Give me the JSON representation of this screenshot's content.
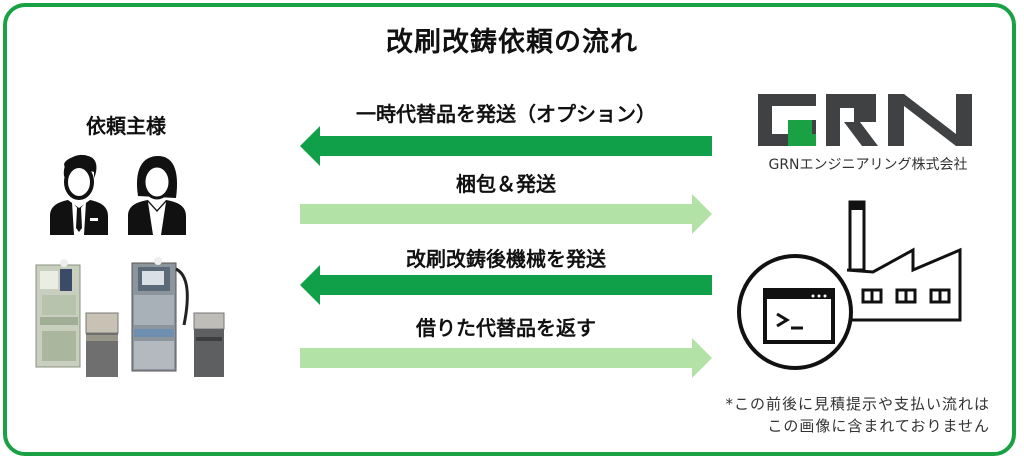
{
  "title": "改刷改鋳依頼の流れ",
  "colors": {
    "frame": "#1aa144",
    "arrow_dark": "#11a04a",
    "arrow_light": "#b2e2a6",
    "logo_gray": "#3f4143",
    "logo_green": "#1aa144"
  },
  "client": {
    "label": "依頼主様",
    "icons": [
      "businessman-icon",
      "businesswoman-icon"
    ],
    "image": "coin-mechanism-machines"
  },
  "flows": [
    {
      "label": "一時代替品を発送（オプション）",
      "direction": "left",
      "style": "dark"
    },
    {
      "label": "梱包＆発送",
      "direction": "right",
      "style": "light"
    },
    {
      "label": "改刷改鋳後機械を発送",
      "direction": "left",
      "style": "dark"
    },
    {
      "label": "借りた代替品を返す",
      "direction": "right",
      "style": "light"
    }
  ],
  "provider": {
    "logo_text": "GRN",
    "company_name": "GRNエンジニアリング株式会社",
    "icon": "factory-terminal-icon"
  },
  "note": {
    "line1": "*この前後に見積提示や支払い流れは",
    "line2": "この画像に含まれておりません"
  }
}
